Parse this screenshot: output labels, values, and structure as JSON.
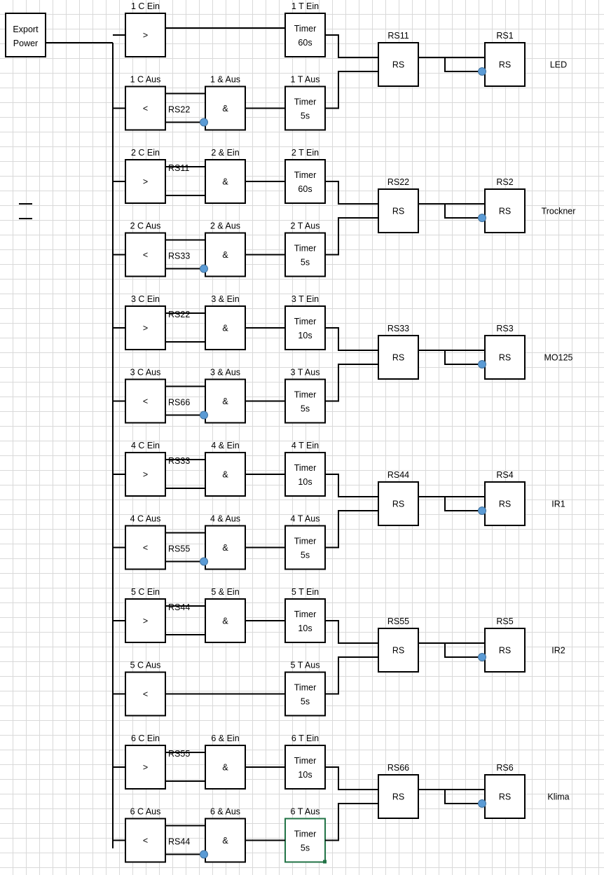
{
  "source": {
    "line1": "Export",
    "line2": "Power"
  },
  "groups": [
    {
      "rs_first": "RS11",
      "rs_second": "RS1",
      "output": "LED",
      "ein": {
        "comp_label": "1 C Ein",
        "comp_symbol": ">",
        "and_label": null,
        "and_input": null,
        "timer_label": "1 T Ein",
        "timer_line1": "Timer",
        "timer_line2": "60s"
      },
      "aus": {
        "comp_label": "1 C Aus",
        "comp_symbol": "<",
        "and_label": "1 & Aus",
        "and_input": "RS22",
        "timer_label": "1 T Aus",
        "timer_line1": "Timer",
        "timer_line2": "5s"
      }
    },
    {
      "rs_first": "RS22",
      "rs_second": "RS2",
      "output": "Trockner",
      "ein": {
        "comp_label": "2 C Ein",
        "comp_symbol": ">",
        "and_label": "2 & Ein",
        "and_input": "RS11",
        "timer_label": "2 T Ein",
        "timer_line1": "Timer",
        "timer_line2": "60s"
      },
      "aus": {
        "comp_label": "2 C Aus",
        "comp_symbol": "<",
        "and_label": "2 & Aus",
        "and_input": "RS33",
        "timer_label": "2 T Aus",
        "timer_line1": "Timer",
        "timer_line2": "5s"
      }
    },
    {
      "rs_first": "RS33",
      "rs_second": "RS3",
      "output": "MO125",
      "ein": {
        "comp_label": "3 C Ein",
        "comp_symbol": ">",
        "and_label": "3 & Ein",
        "and_input": "RS22",
        "timer_label": "3 T Ein",
        "timer_line1": "Timer",
        "timer_line2": "10s"
      },
      "aus": {
        "comp_label": "3 C Aus",
        "comp_symbol": "<",
        "and_label": "3 & Aus",
        "and_input": "RS66",
        "timer_label": "3 T Aus",
        "timer_line1": "Timer",
        "timer_line2": "5s"
      }
    },
    {
      "rs_first": "RS44",
      "rs_second": "RS4",
      "output": "IR1",
      "ein": {
        "comp_label": "4 C Ein",
        "comp_symbol": ">",
        "and_label": "4 & Ein",
        "and_input": "RS33",
        "timer_label": "4 T Ein",
        "timer_line1": "Timer",
        "timer_line2": "10s"
      },
      "aus": {
        "comp_label": "4 C Aus",
        "comp_symbol": "<",
        "and_label": "4 & Aus",
        "and_input": "RS55",
        "timer_label": "4 T Aus",
        "timer_line1": "Timer",
        "timer_line2": "5s"
      }
    },
    {
      "rs_first": "RS55",
      "rs_second": "RS5",
      "output": "IR2",
      "ein": {
        "comp_label": "5 C Ein",
        "comp_symbol": ">",
        "and_label": "5 & Ein",
        "and_input": "RS44",
        "timer_label": "5 T Ein",
        "timer_line1": "Timer",
        "timer_line2": "10s"
      },
      "aus": {
        "comp_label": "5 C Aus",
        "comp_symbol": "<",
        "and_label": null,
        "and_input": null,
        "timer_label": "5 T Aus",
        "timer_line1": "Timer",
        "timer_line2": "5s"
      }
    },
    {
      "rs_first": "RS66",
      "rs_second": "RS6",
      "output": "Klima",
      "ein": {
        "comp_label": "6 C Ein",
        "comp_symbol": ">",
        "and_label": "6 & Ein",
        "and_input": "RS55",
        "timer_label": "6 T Ein",
        "timer_line1": "Timer",
        "timer_line2": "10s"
      },
      "aus": {
        "comp_label": "6 C Aus",
        "comp_symbol": "<",
        "and_label": "6 & Aus",
        "and_input": "RS44",
        "timer_label": "6 T Aus",
        "timer_line1": "Timer",
        "timer_line2": "5s"
      }
    }
  ],
  "gate_symbols": {
    "and": "&",
    "rs": "RS"
  },
  "colors": {
    "negation_dot": "#5b9bd5",
    "selected_cell_border": "#217346",
    "gridlines": "#d9d9d9"
  }
}
